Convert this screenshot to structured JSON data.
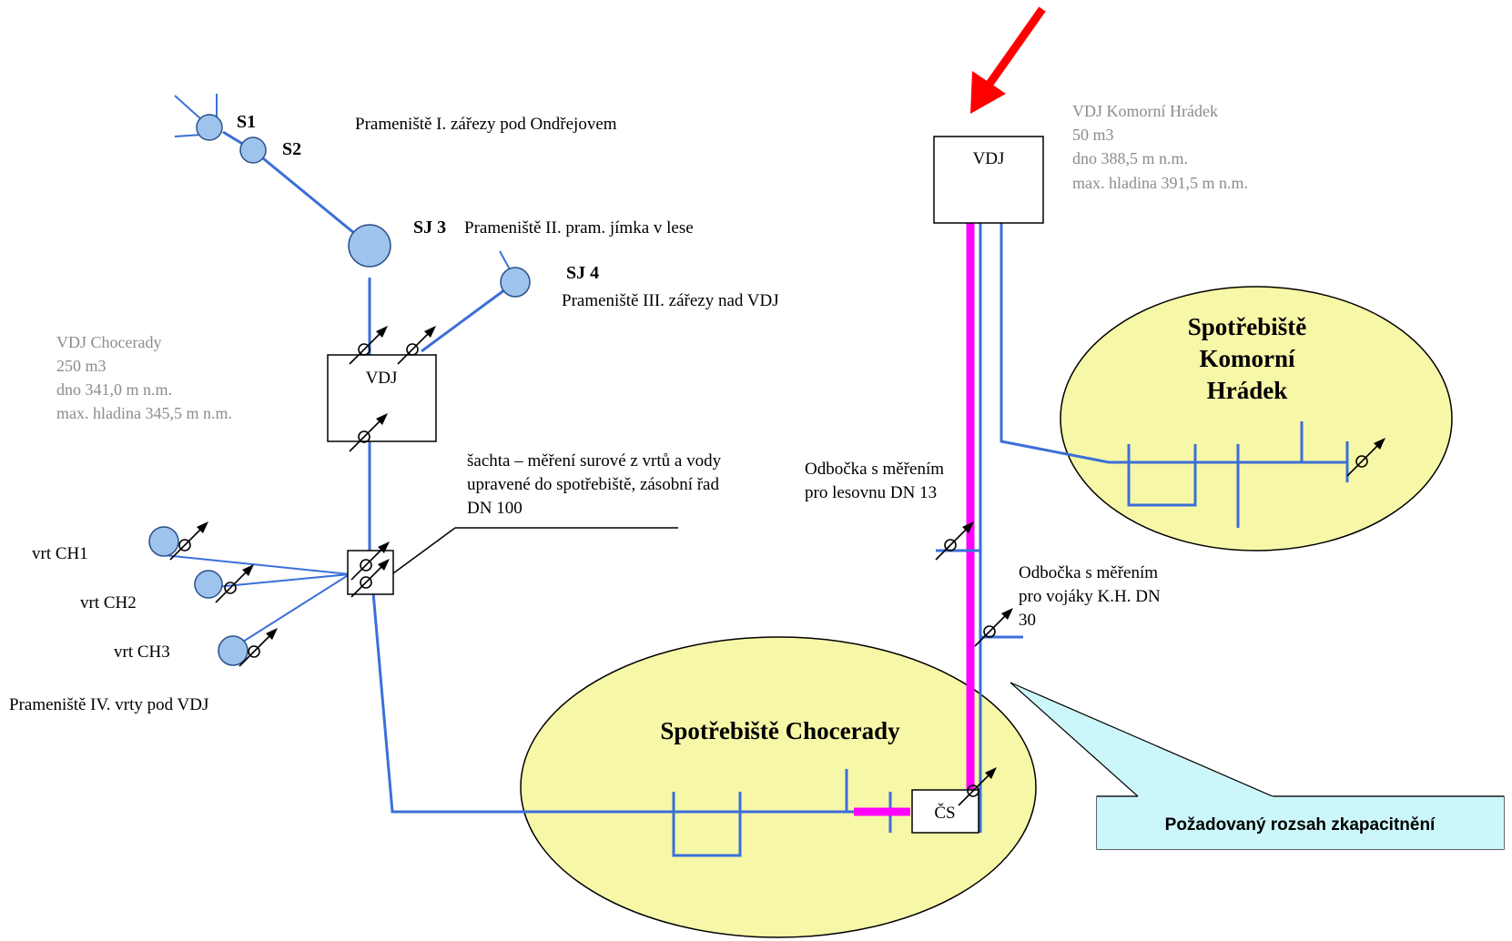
{
  "springs": {
    "s1": "S1",
    "s2": "S2",
    "sj3": "SJ 3",
    "sj4": "SJ 4",
    "pram1": "Prameniště I. zářezy pod Ondřejovem",
    "pram2": "Prameniště II. pram. jímka v lese",
    "pram3": "Prameniště III. zářezy nad VDJ",
    "pram4": "Prameniště IV. vrty pod VDJ"
  },
  "wells": {
    "ch1": "vrt CH1",
    "ch2": "vrt CH2",
    "ch3": "vrt CH3"
  },
  "vdj_chocerady": {
    "box_label": "VDJ",
    "name": "VDJ Chocerady",
    "volume": "250 m3",
    "bottom": "dno 341,0 m n.m.",
    "max_level": "max. hladina 345,5 m n.m."
  },
  "vdj_komorni": {
    "box_label": "VDJ",
    "name": "VDJ Komorní Hrádek",
    "volume": "50 m3",
    "bottom": "dno 388,5 m n.m.",
    "max_level": "max. hladina 391,5 m n.m."
  },
  "shaft": {
    "line1": "šachta  – měření surové z vrtů a vody",
    "line2": "upravené do spotřebiště, zásobní řad",
    "line3": "DN 100"
  },
  "branch_forest": {
    "line1": "Odbočka s měřením",
    "line2": "pro lesovnu DN 13"
  },
  "branch_soldiers": {
    "line1": "Odbočka s měřením",
    "line2": "pro vojáky K.H. DN",
    "line3": "30"
  },
  "consumer_chocerady": "Spotřebiště Chocerady",
  "consumer_komorni": {
    "line1": "Spotřebiště",
    "line2": "Komorní",
    "line3": "Hrádek"
  },
  "pump_station": "ČS",
  "callout": "Požadovaný rozsah zkapacitnění",
  "colors": {
    "pipe": "#3b6fd8",
    "highlight": "#ff00ff",
    "consumer_fill": "#f7f7a8",
    "spring_fill": "#9ec3ec",
    "callout_fill": "#ccf7fa",
    "arrow": "#ff0000"
  }
}
